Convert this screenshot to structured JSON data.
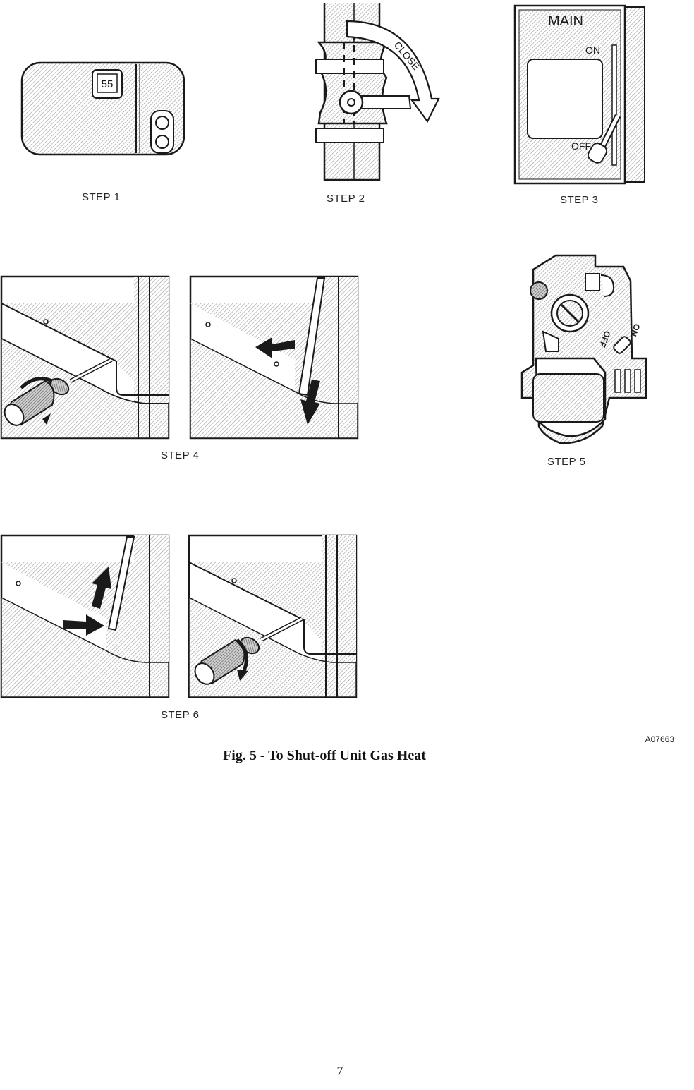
{
  "figure": {
    "caption": "Fig. 5 - To Shut-off Unit Gas Heat",
    "code": "A07663",
    "page_number": "7"
  },
  "steps": {
    "step1": {
      "label": "STEP 1",
      "display_value": "55"
    },
    "step2": {
      "label": "STEP 2",
      "valve_text": "CLOSE"
    },
    "step3": {
      "label": "STEP 3",
      "title": "MAIN",
      "on_label": "ON",
      "off_label": "OFF"
    },
    "step4": {
      "label": "STEP 4"
    },
    "step5": {
      "label": "STEP 5",
      "off_label": "OFF",
      "on_label": "ON"
    },
    "step6": {
      "label": "STEP 6"
    }
  },
  "icons": [
    "thermostat-icon",
    "gas-valve-icon",
    "disconnect-switch-icon",
    "screwdriver-icon",
    "arrow-icon",
    "gas-control-valve-icon"
  ]
}
